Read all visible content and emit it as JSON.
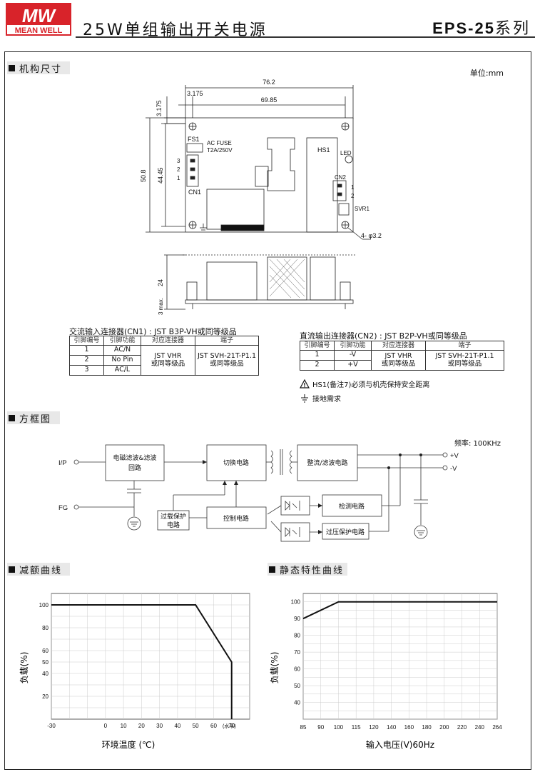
{
  "header": {
    "logo_top": "MW",
    "logo_bottom": "MEAN WELL",
    "title": "25W单组输出开关电源",
    "model": "EPS-25",
    "model_suffix": "系列"
  },
  "mechanical": {
    "section_title": "机构尺寸",
    "unit": "单位:mm",
    "dims": {
      "total_width": "76.2",
      "inner_width": "69.85",
      "edge_left": "3.175",
      "edge_top": "3.175",
      "height": "50.8",
      "inner_height": "44.45",
      "side_height": "24",
      "max_height": "3 max.",
      "hole": "4- φ3.2"
    },
    "labels": {
      "fs1": "FS1",
      "fuse_line1": "AC FUSE",
      "fuse_line2": "T2A/250V",
      "hs1": "HS1",
      "led": "LED",
      "cn1": "CN1",
      "cn2": "CN2",
      "svr1": "SVR1",
      "pin3": "3",
      "pin2": "2",
      "pin1": "1",
      "cn2_pin1": "1",
      "cn2_pin2": "2"
    }
  },
  "cn1": {
    "title": "交流输入连接器(CN1) : JST B3P-VH或同等级品",
    "headers": [
      "引脚编号",
      "引脚功能",
      "对应连接器",
      "端子"
    ],
    "rows": [
      {
        "pin": "1",
        "func": "AC/N"
      },
      {
        "pin": "2",
        "func": "No Pin"
      },
      {
        "pin": "3",
        "func": "AC/L"
      }
    ],
    "mating_line1": "JST VHR",
    "mating_line2": "或同等级品",
    "terminal_line1": "JST SVH-21T-P1.1",
    "terminal_line2": "或同等级品"
  },
  "cn2": {
    "title": "直流输出连接器(CN2) : JST B2P-VH或同等级品",
    "headers": [
      "引脚编号",
      "引脚功能",
      "对应连接器",
      "端子"
    ],
    "rows": [
      {
        "pin": "1",
        "func": "-V"
      },
      {
        "pin": "2",
        "func": "+V"
      }
    ],
    "mating_line1": "JST VHR",
    "mating_line2": "或同等级品",
    "terminal_line1": "JST SVH-21T-P1.1",
    "terminal_line2": "或同等级品"
  },
  "notes": {
    "hs1_note": "HS1(备注7)必须与机壳保持安全距离",
    "ground_note": "接地需求"
  },
  "block": {
    "section_title": "方框图",
    "freq": "频率: 100KHz",
    "ip": "I/P",
    "fg": "FG",
    "emi_line1": "电磁滤波&滤波",
    "emi_line2": "回路",
    "switch": "切换电路",
    "rect": "整流/滤波电路",
    "control": "控制电路",
    "ocp_line1": "过载保护",
    "ocp_line2": "电路",
    "detect": "检测电路",
    "ovp": "过压保护电路",
    "vplus": "+V",
    "vminus": "-V"
  },
  "derating": {
    "section_title": "减额曲线",
    "ylabel": "负载(%)",
    "xlabel": "环境温度 (℃)",
    "xunit": "(水平)"
  },
  "static": {
    "section_title": "静态特性曲线",
    "ylabel": "负载(%)",
    "xlabel": "输入电压(V)60Hz"
  },
  "chart_data": [
    {
      "type": "line",
      "x": [
        -30,
        50,
        70,
        70
      ],
      "y": [
        100,
        100,
        50,
        0
      ],
      "xticks": [
        "-30",
        "0",
        "10",
        "20",
        "30",
        "40",
        "50",
        "60",
        "70"
      ],
      "xtick_values": [
        -30,
        0,
        10,
        20,
        30,
        40,
        50,
        60,
        70
      ],
      "yticks": [
        "20",
        "40",
        "50",
        "60",
        "80",
        "100"
      ],
      "ytick_values": [
        20,
        40,
        50,
        60,
        80,
        100
      ],
      "xlim": [
        -30,
        80
      ],
      "ylim": [
        0,
        110
      ]
    },
    {
      "type": "line",
      "x": [
        85,
        100,
        264
      ],
      "y": [
        90,
        100,
        100
      ],
      "xticks": [
        "85",
        "90",
        "100",
        "115",
        "120",
        "140",
        "160",
        "180",
        "200",
        "220",
        "240",
        "264"
      ],
      "yticks": [
        "40",
        "50",
        "60",
        "70",
        "80",
        "90",
        "100"
      ],
      "ytick_values": [
        40,
        50,
        60,
        70,
        80,
        90,
        100
      ],
      "ylim": [
        30,
        105
      ]
    }
  ]
}
